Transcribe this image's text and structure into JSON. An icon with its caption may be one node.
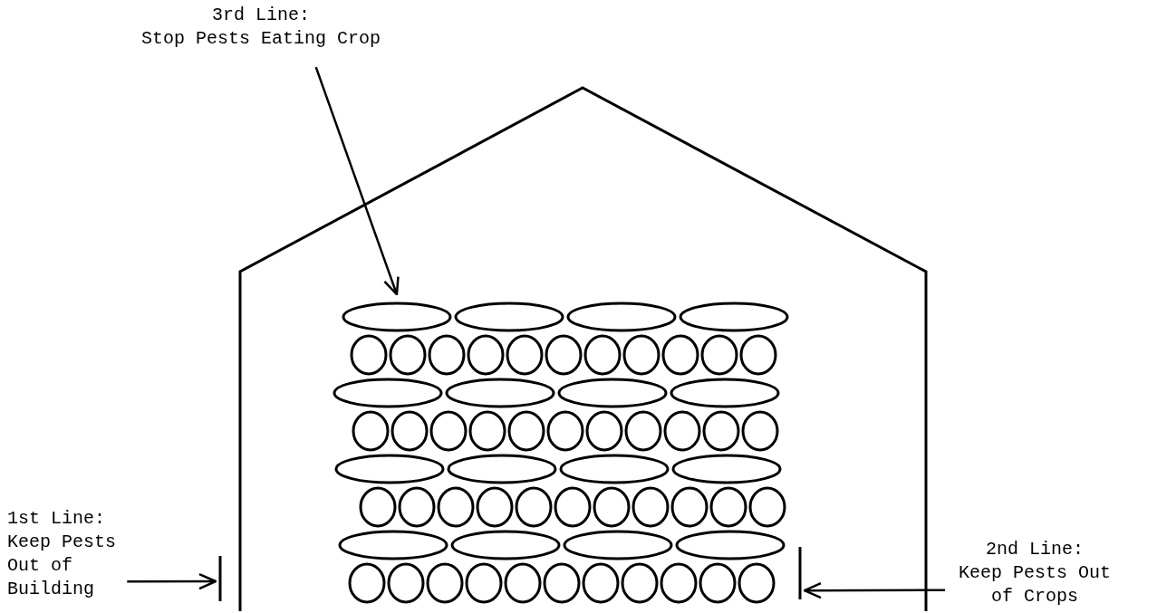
{
  "diagram": {
    "nodes": [
      {
        "text": [
          "3rd Line:",
          "Stop Pests Eating Crop"
        ]
      },
      {
        "text": [
          "1st Line:",
          "Keep Pests Out of Building"
        ]
      },
      {
        "text": [
          "2nd Line:",
          "Keep Pests Out of Crops"
        ]
      },
      {
        "text": [],
        "shape": "stack"
      },
      {
        "text": [],
        "shape": "bar"
      },
      {
        "text": [],
        "shape": "bar"
      }
    ],
    "edges": [
      {
        "from": 0,
        "to": 3,
        "arrow": "to"
      },
      {
        "from": 1,
        "to": 4,
        "arrow": "to"
      },
      {
        "from": 2,
        "to": 5,
        "arrow": "to"
      }
    ]
  }
}
